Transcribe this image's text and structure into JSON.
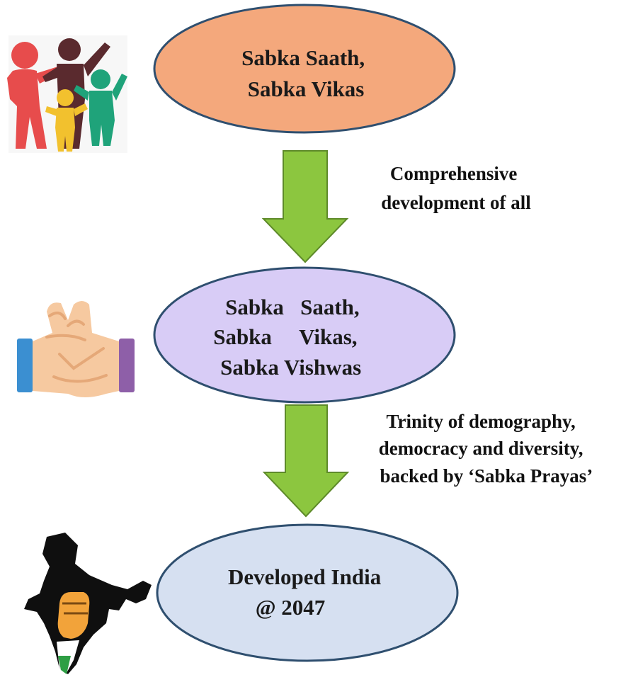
{
  "nodes": [
    {
      "id": "stage-1",
      "lines": [
        "Sabka Saath,",
        "Sabka Vikas"
      ],
      "fill": "#F4A87C",
      "icon": "family-icon"
    },
    {
      "id": "stage-2",
      "lines": [
        "Sabka   Saath,",
        "Sabka     Vikas,",
        "Sabka Vishwas"
      ],
      "fill": "#D8CCF6",
      "icon": "handshake-icon"
    },
    {
      "id": "stage-3",
      "lines": [
        "Developed India",
        "@ 2047"
      ],
      "fill": "#D6E0F1",
      "icon": "india-map-fist-icon"
    }
  ],
  "arrows": [
    {
      "label_lines": [
        "Comprehensive",
        "development of all"
      ],
      "fill": "#8CC63F"
    },
    {
      "label_lines": [
        "Trinity of demography,",
        "democracy and diversity,",
        "backed by ‘Sabka Prayas’"
      ],
      "fill": "#8CC63F"
    }
  ],
  "colors": {
    "ellipse_border": "#2F4F6F",
    "arrow_border": "#5E8A2A"
  }
}
